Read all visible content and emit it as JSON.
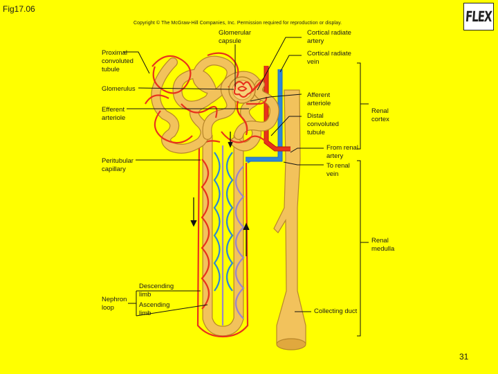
{
  "figure_id": "Fig17.06",
  "copyright": "Copyright © The McGraw-Hill Companies, Inc. Permission required for reproduction or display.",
  "logo_text": "FLEX",
  "page_number": "31",
  "labels": {
    "glomerular_capsule": "Glomerular\ncapsule",
    "cortical_radiate_artery": "Cortical radiate\nartery",
    "cortical_radiate_vein": "Cortical radiate\nvein",
    "proximal_convoluted_tubule": "Proximal\nconvoluted\ntubule",
    "glomerulus": "Glomerulus",
    "afferent_arteriole": "Afferent\narteriole",
    "efferent_arteriole": "Efferent\narteriole",
    "distal_convoluted_tubule": "Distal\nconvoluted\ntubule",
    "renal_cortex": "Renal\ncortex",
    "from_renal_artery": "From renal\nartery",
    "to_renal_vein": "To renal\nvein",
    "peritubular_capillary": "Peritubular\ncapillary",
    "renal_medulla": "Renal\nmedulla",
    "nephron_loop": "Nephron\nloop",
    "descending_limb": "Descending\nlimb",
    "ascending_limb": "Ascending\nlimb",
    "collecting_duct": "Collecting duct"
  },
  "colors": {
    "background": "#ffff00",
    "tubule": "#f2c25c",
    "artery": "#e8331c",
    "vein": "#2e86d6",
    "capillary_purple": "#9a86c8"
  }
}
